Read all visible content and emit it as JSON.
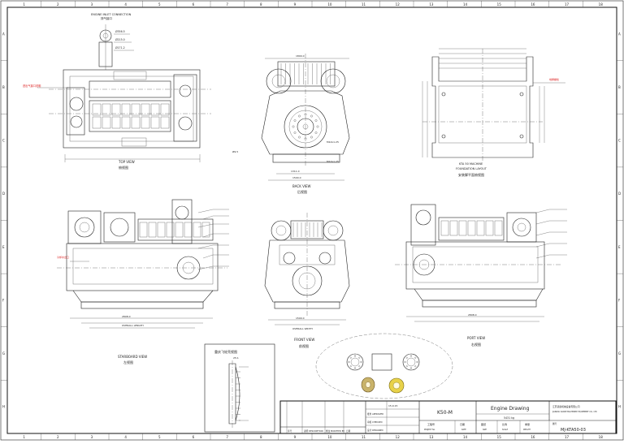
{
  "border": {
    "columns": [
      "1",
      "2",
      "3",
      "4",
      "5",
      "6",
      "7",
      "8",
      "9",
      "10",
      "11",
      "12",
      "13",
      "14",
      "15",
      "16",
      "17",
      "18"
    ],
    "rows": [
      "A",
      "B",
      "C",
      "D",
      "E",
      "F",
      "G",
      "H"
    ]
  },
  "views": {
    "top": {
      "title": "TOP VIEW",
      "subtitle": "俯视图",
      "inlet_label": "ENGINE INLET CONNECTION",
      "inlet_sub": "排气接口",
      "red_note": "进出气接口说明"
    },
    "back": {
      "title": "BACK VIEW",
      "subtitle": "后视图"
    },
    "foundation": {
      "title": "KTA 50 MACHINE",
      "title2": "FOUNDATION LAYOUT",
      "subtitle": "安装脚平面俯视图",
      "red_note": "地脚螺栓"
    },
    "starboard": {
      "title": "STARBOARD VIEW",
      "subtitle": "左视图",
      "red_note": "冷却水出口"
    },
    "front": {
      "title": "FRONT VIEW",
      "subtitle": "前视图"
    },
    "port": {
      "title": "PORT VIEW",
      "subtitle": "右视图"
    },
    "flywheel": {
      "title": "重庆飞轮壳视图",
      "scale": "25:1"
    }
  },
  "title_block": {
    "model": "K50-M",
    "drawing_name": "Engine Drawing",
    "weight": "5431 kg",
    "drawing_no": "MJ-KTA50-03",
    "company_cn": "江苏道康机械设备有限公司",
    "company_en": "JIANGSU DAOKE MACHINERY EQUIPMENT CO., LTD",
    "date": "15.9.15",
    "approved": "批准 APPROVED",
    "checked": "审核 CHECKED",
    "designed": "设计 DESIGNED",
    "labels": [
      "工程号",
      "日期",
      "图纸",
      "比例",
      "重量",
      "图号"
    ],
    "labels_en": [
      "PROJECT No.",
      "DATE",
      "SIZE",
      "SCALE",
      "WEIGHT",
      "DRAWING"
    ],
    "rev_headers": [
      "序号",
      "说明 DESCRIPTION",
      "修改 MODIFIED BY",
      "日期"
    ]
  }
}
